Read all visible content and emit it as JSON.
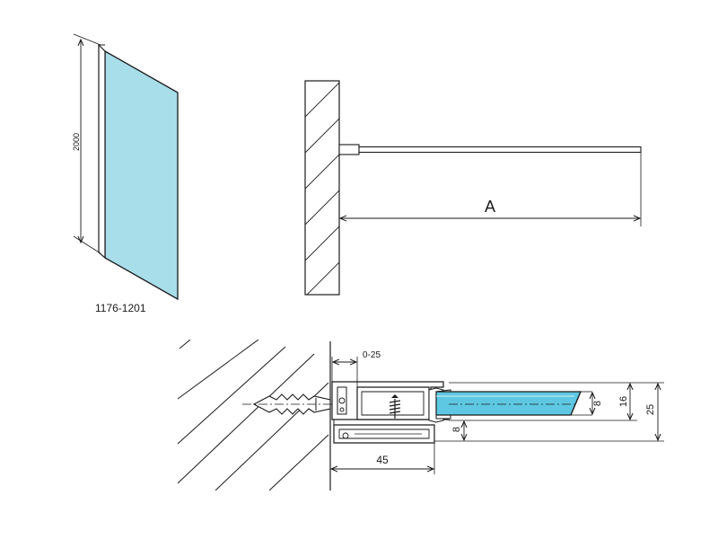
{
  "colors": {
    "glass": "#5ec8e2",
    "glass_light": "#a8ddea",
    "line": "#1a1a1a",
    "background": "#ffffff"
  },
  "elevation_view": {
    "height_label": "2000",
    "width_label": "1176-1201"
  },
  "plan_view": {
    "span_label": "A"
  },
  "profile_detail": {
    "adjust_label": "0-25",
    "width_label": "45",
    "glass_label": "8",
    "inner_height_label": "16",
    "total_height_label": "25",
    "base_label": "8"
  }
}
